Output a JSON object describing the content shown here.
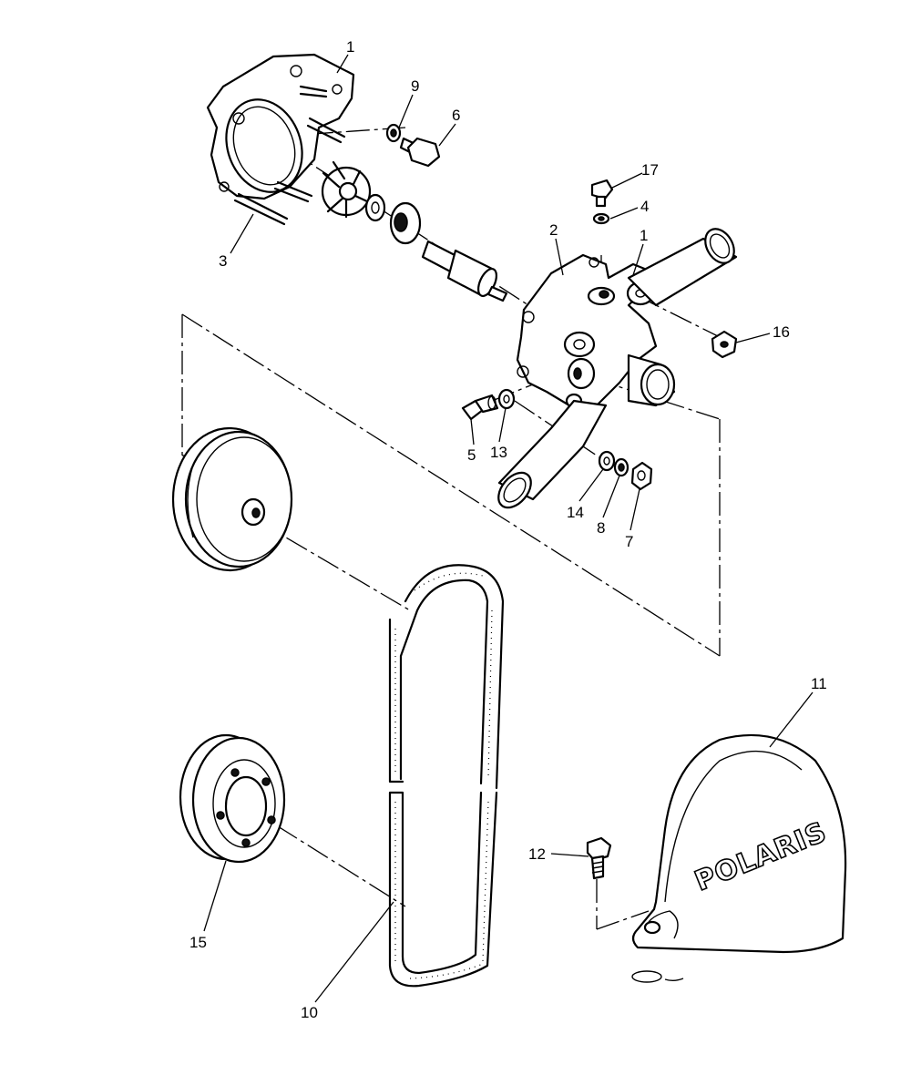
{
  "diagram": {
    "callouts": [
      {
        "id": "c1a",
        "label": "1"
      },
      {
        "id": "c9",
        "label": "9"
      },
      {
        "id": "c6",
        "label": "6"
      },
      {
        "id": "c17",
        "label": "17"
      },
      {
        "id": "c4",
        "label": "4"
      },
      {
        "id": "c2",
        "label": "2"
      },
      {
        "id": "c1b",
        "label": "1"
      },
      {
        "id": "c3",
        "label": "3"
      },
      {
        "id": "c16",
        "label": "16"
      },
      {
        "id": "c5",
        "label": "5"
      },
      {
        "id": "c13",
        "label": "13"
      },
      {
        "id": "c14",
        "label": "14"
      },
      {
        "id": "c8",
        "label": "8"
      },
      {
        "id": "c7",
        "label": "7"
      },
      {
        "id": "c11",
        "label": "11"
      },
      {
        "id": "c12",
        "label": "12"
      },
      {
        "id": "c15",
        "label": "15"
      },
      {
        "id": "c10",
        "label": "10"
      }
    ],
    "cover_logo": "POLARIS"
  }
}
